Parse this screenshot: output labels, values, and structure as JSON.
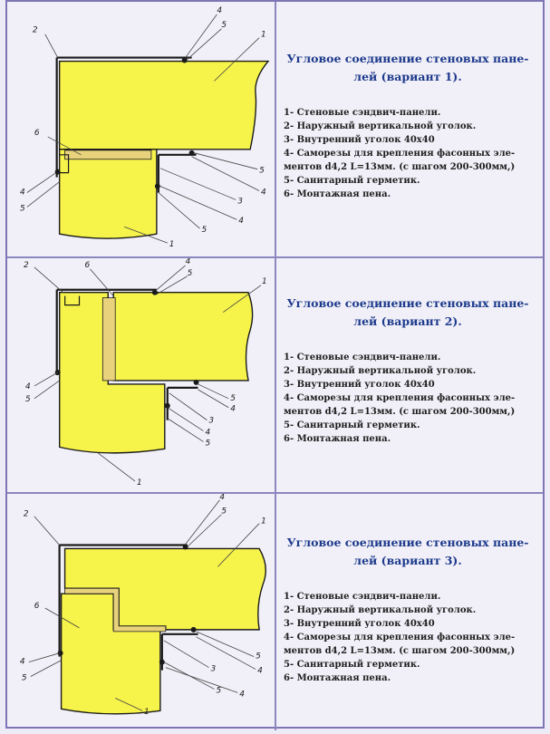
{
  "variants": [
    {
      "title_line1": "Угловое соединение стеновых пане-",
      "title_line2": "лей (вариант 1).",
      "items": [
        "1- Стеновые сэндвич-панели.",
        "2- Наружный вертикальной уголок.",
        "3- Внутренний уголок 40х40",
        "4- Саморезы для крепления фасонных эле-",
        "ментов d4,2 L=13мм. (с шагом 200-300мм,)",
        "5- Санитарный герметик.",
        "6- Монтажная пена."
      ]
    },
    {
      "title_line1": "Угловое соединение стеновых пане-",
      "title_line2": "лей (вариант 2).",
      "items": [
        "1- Стеновые сэндвич-панели.",
        "2- Наружный вертикальной уголок.",
        "3- Внутренний уголок 40х40",
        "4- Саморезы для крепления фасонных эле-",
        "ментов d4,2 L=13мм. (с шагом 200-300мм,)",
        "5- Санитарный герметик.",
        "6- Монтажная пена."
      ]
    },
    {
      "title_line1": "Угловое соединение стеновых пане-",
      "title_line2": "лей (вариант 3).",
      "items": [
        "1- Стеновые сэндвич-панели.",
        "2- Наружный вертикальной уголок.",
        "3- Внутренний уголок 40х40",
        "4- Саморезы для крепления фасонных эле-",
        "ментов d4,2 L=13мм. (с шагом 200-300мм,)",
        "5- Санитарный герметик.",
        "6- Монтажная пена."
      ]
    }
  ],
  "callouts": {
    "n1": "1",
    "n2": "2",
    "n3": "3",
    "n4": "4",
    "n5": "5",
    "n6": "6"
  },
  "colors": {
    "panel": "#f6f34b",
    "foam": "#e9d27c",
    "line": "#1a1a1a",
    "title": "#1d3a8c",
    "border": "#8d87bf"
  }
}
